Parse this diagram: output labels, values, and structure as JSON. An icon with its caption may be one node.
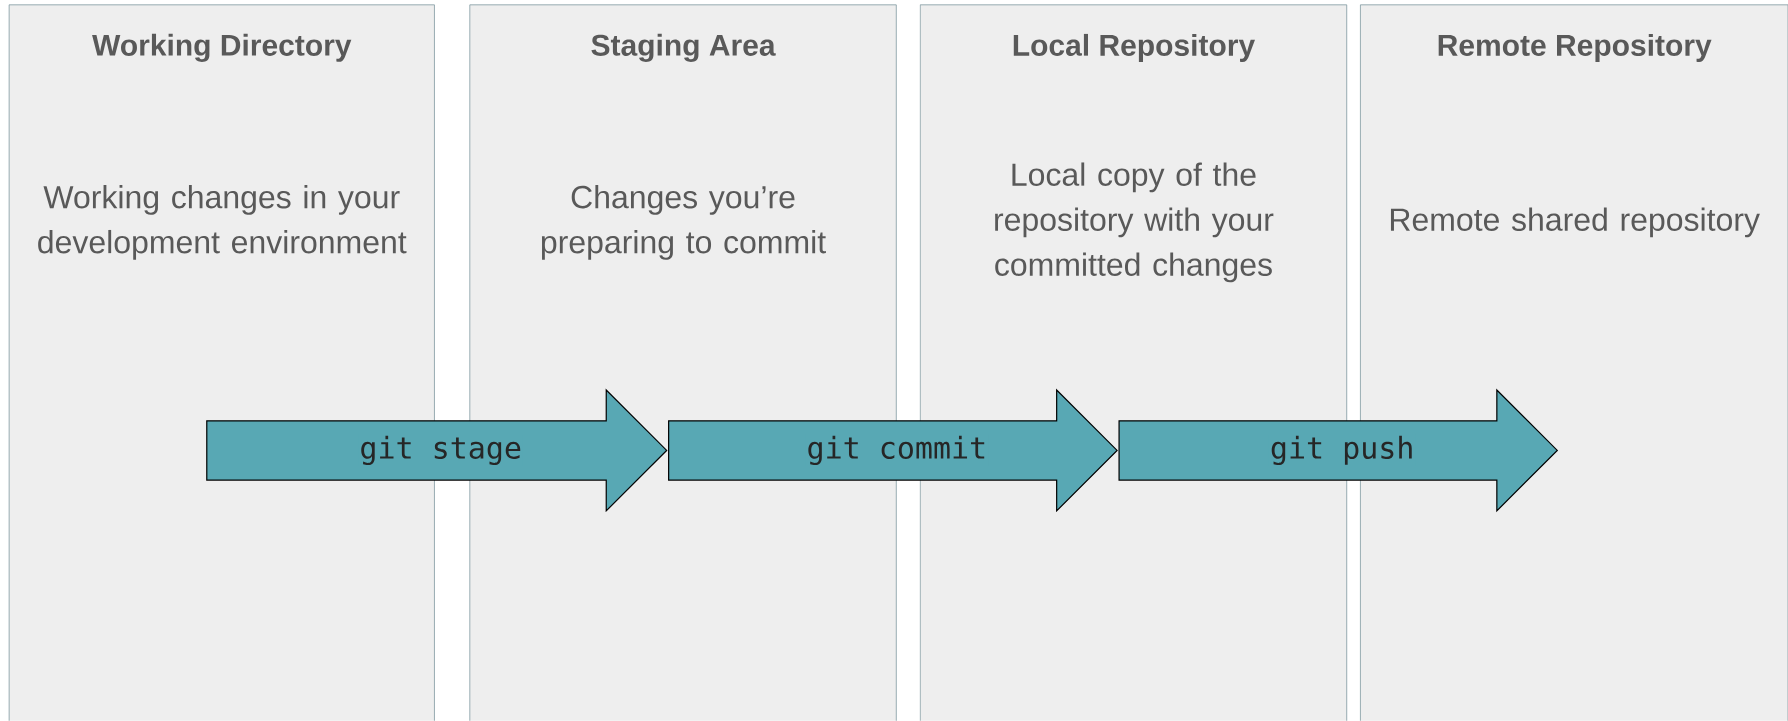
{
  "diagram": {
    "nodes": [
      {
        "text": [
          "Working Directory",
          "Working changes in your development environment"
        ]
      },
      {
        "text": [
          "Staging Area",
          "Changes you’re preparing to commit"
        ]
      },
      {
        "text": [
          "Local Repository",
          "Local copy of the repository with your committed changes"
        ]
      },
      {
        "text": [
          "Remote Repository",
          "Remote shared repository"
        ]
      }
    ],
    "edges": [
      {
        "from": 0,
        "to": 1,
        "arrow": "to",
        "label": "git stage"
      },
      {
        "from": 1,
        "to": 2,
        "arrow": "to",
        "label": "git commit"
      },
      {
        "from": 2,
        "to": 3,
        "arrow": "to",
        "label": "git push"
      }
    ]
  }
}
